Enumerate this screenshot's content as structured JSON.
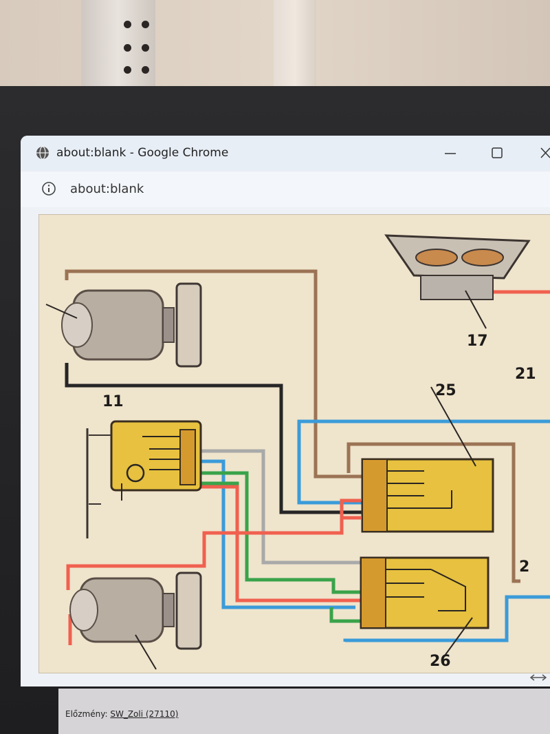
{
  "browser": {
    "window_title": "about:blank - Google Chrome",
    "address": "about:blank",
    "icons": [
      "globe-icon",
      "minimize-icon",
      "maximize-icon",
      "close-icon",
      "info-icon"
    ]
  },
  "diagram": {
    "labels": {
      "l11": "11",
      "l17": "17",
      "l21": "21",
      "l25": "25",
      "l26": "26",
      "l2": "2"
    }
  },
  "status": {
    "prefix": "Előzmény:",
    "link": "SW_Zoli (27110)"
  },
  "colors": {
    "wire_red": "#f0604f",
    "wire_blue": "#3b9bd9",
    "wire_green": "#3aa34a",
    "wire_brown": "#9b7355",
    "wire_black": "#222222",
    "wire_grey": "#a9a9a9",
    "relay_yellow": "#e7c13f"
  }
}
